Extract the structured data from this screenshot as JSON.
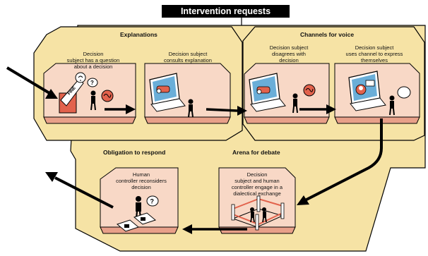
{
  "title": "Intervention requests",
  "sections": {
    "explanations": "Explanations",
    "channels": "Channels for voice",
    "obligation": "Obligation to respond",
    "arena": "Arena for debate"
  },
  "captions": {
    "question": [
      "Decision",
      "subject has a question",
      "about a decision"
    ],
    "consults": [
      "Decision subject",
      "consults explanation"
    ],
    "disagrees": [
      "Decision subject",
      "disagrees with",
      "decision"
    ],
    "expresses": [
      "Decision subject",
      "uses channel to express",
      "themselves"
    ],
    "reconsiders": [
      "Human",
      "controller reconsiders",
      "decision"
    ],
    "engage": [
      "Decision",
      "subject and human",
      "controller engage in a",
      "dialectical exchange"
    ]
  },
  "document_label": "FINE",
  "colors": {
    "region": "#f6e3a5",
    "tile": "#f8d8c6",
    "tile_side": "#e8a089",
    "accent": "#e2624c",
    "screen": "#6aaed8",
    "ink": "#000000"
  }
}
